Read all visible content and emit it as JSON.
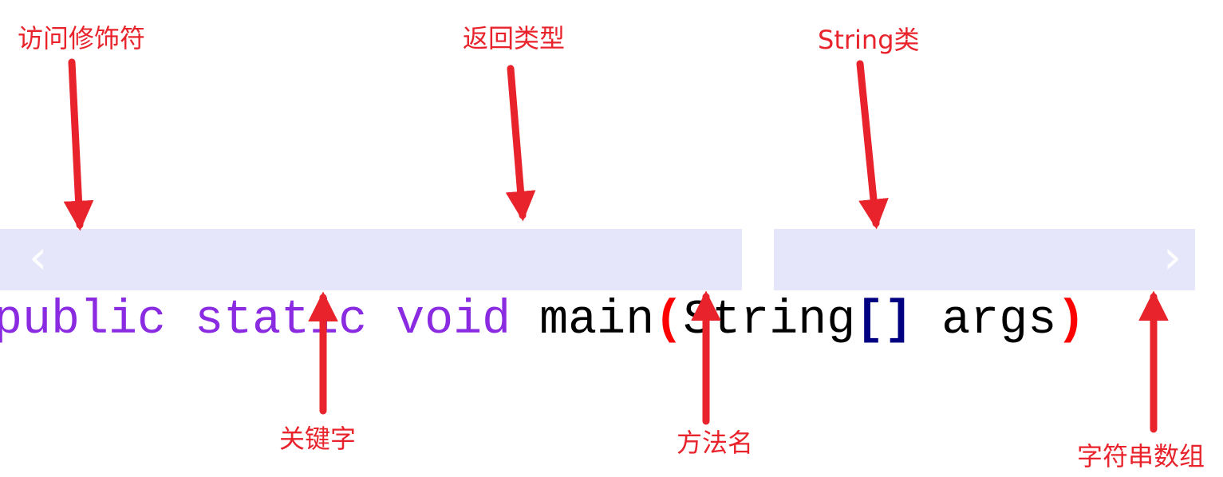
{
  "labels": {
    "access_modifier": "访问修饰符",
    "return_type": "返回类型",
    "string_class": "String类",
    "keyword": "关键字",
    "method_name": "方法名",
    "string_array": "字符串数组"
  },
  "code": {
    "public": "public",
    "static": "static",
    "void": "void",
    "main": "main",
    "open_paren": "(",
    "string": "String",
    "brackets": "[]",
    "args": "args",
    "close_paren": ")"
  },
  "colors": {
    "annotation": "#e8232b",
    "keyword": "#8a2be2",
    "highlight": "#e6e6fa",
    "paren": "#ff0000",
    "bracket": "#000080",
    "text": "#000000"
  },
  "icons": {
    "left_nav": "chevron-left-icon",
    "right_nav": "chevron-right-icon"
  }
}
